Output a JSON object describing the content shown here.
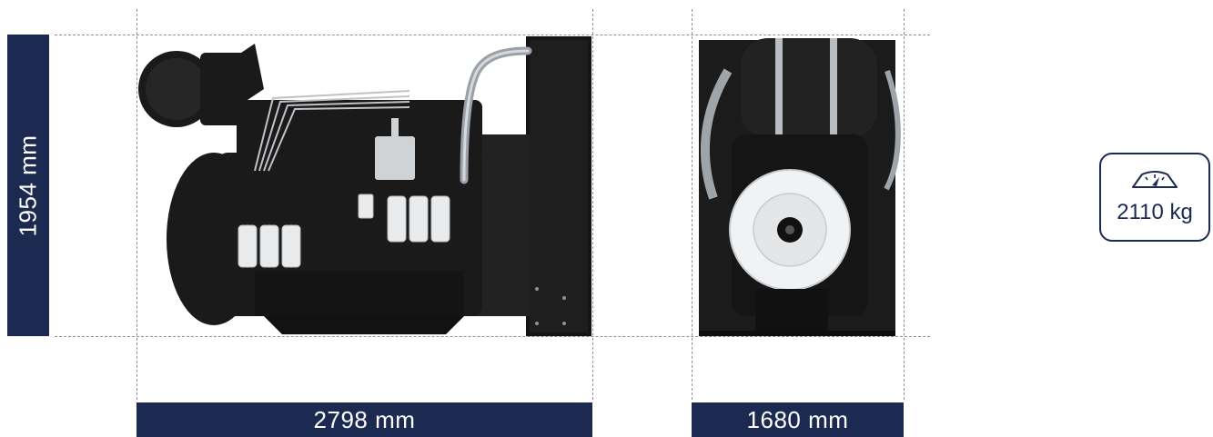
{
  "dimensions": {
    "height_label": "1954 mm",
    "length_label": "2798 mm",
    "width_label": "1680 mm"
  },
  "weight": {
    "value_label": "2110 kg",
    "icon": "scale-gauge-icon"
  },
  "colors": {
    "bar": "#1c2a52",
    "engine": "#1a1a1a",
    "guide": "#8a8f99"
  }
}
